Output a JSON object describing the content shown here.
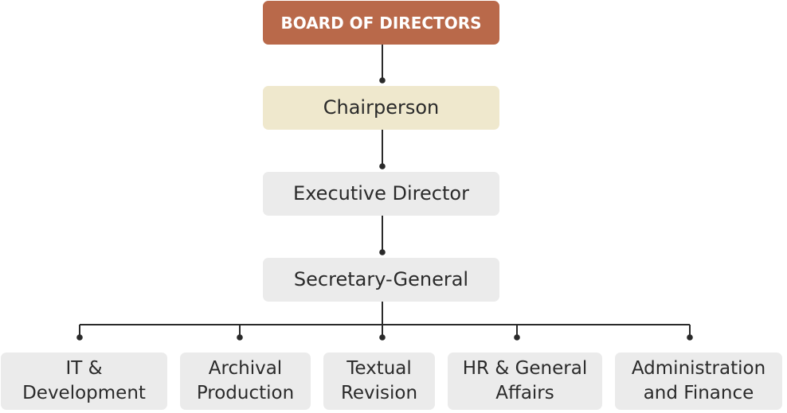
{
  "nodes": {
    "board": "BOARD OF DIRECTORS",
    "chair": "Chairperson",
    "exec": "Executive Director",
    "sec": "Secretary-General"
  },
  "departments": [
    {
      "line1": "IT &",
      "line2": "Development"
    },
    {
      "line1": "Archival",
      "line2": "Production"
    },
    {
      "line1": "Textual",
      "line2": "Revision"
    },
    {
      "line1": "HR & General",
      "line2": "Affairs"
    },
    {
      "line1": "Administration",
      "line2": "and Finance"
    }
  ],
  "colors": {
    "board_fill": "#b9694a",
    "chair_fill": "#efe8cd",
    "node_fill": "#ebebeb",
    "connector": "#2a2a2a"
  }
}
